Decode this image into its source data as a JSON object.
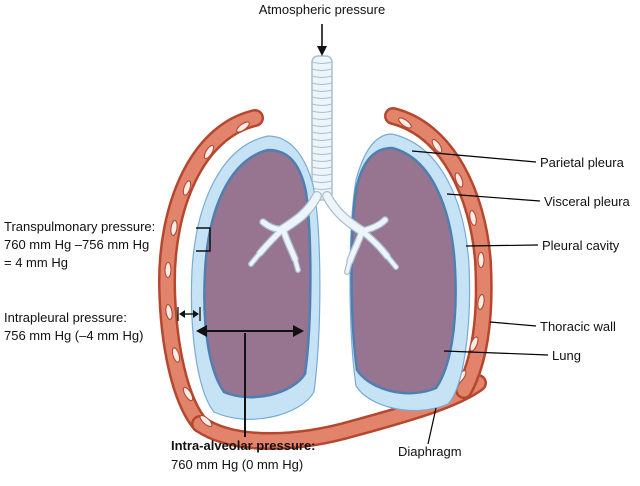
{
  "labels": {
    "atmospheric_pressure": "Atmospheric pressure",
    "parietal_pleura": "Parietal pleura",
    "visceral_pleura": "Visceral pleura",
    "pleural_cavity": "Pleural cavity",
    "thoracic_wall": "Thoracic wall",
    "lung": "Lung",
    "diaphragm": "Diaphragm"
  },
  "annotations": {
    "transpulmonary": {
      "line1": "Transpulmonary pressure:",
      "line2": "760 mm Hg –756 mm Hg",
      "line3": "= 4 mm Hg"
    },
    "intrapleural": {
      "line1": "Intrapleural pressure:",
      "line2": "756 mm Hg (–4 mm Hg)"
    },
    "intra_alveolar": {
      "line1": "Intra-alveolar pressure:",
      "line2": "760 mm Hg (0 mm Hg)"
    }
  },
  "colors": {
    "thoracic_wall": "#e2846b",
    "thoracic_wall_outline": "#b5472e",
    "pleural_cavity": "#c6e2f5",
    "pleural_outline": "#79abd6",
    "lung": "#97748f",
    "visceral_outline": "#4e7fb0",
    "trachea": "#eef5fa",
    "trachea_outline": "#a9bfd0",
    "annotation": "#111111"
  }
}
